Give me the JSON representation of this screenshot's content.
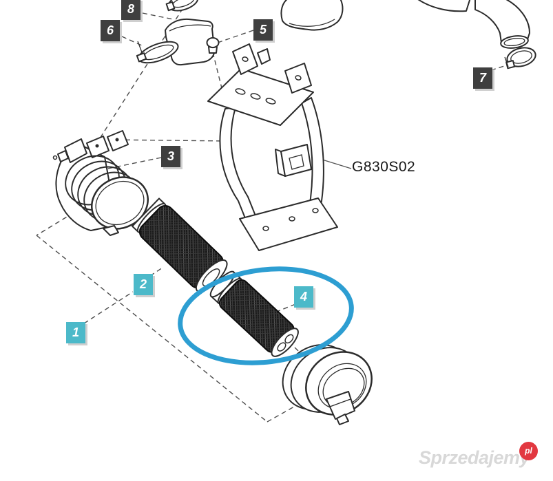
{
  "page": {
    "background_color": "#ffffff"
  },
  "diagram": {
    "part_code_label": "G830S02",
    "callouts": {
      "c1": {
        "num": "1",
        "style": "teal"
      },
      "c2": {
        "num": "2",
        "style": "teal"
      },
      "c3": {
        "num": "3",
        "style": "dark"
      },
      "c4": {
        "num": "4",
        "style": "teal"
      },
      "c5": {
        "num": "5",
        "style": "dark"
      },
      "c6": {
        "num": "6",
        "style": "dark"
      },
      "c7": {
        "num": "7",
        "style": "dark"
      },
      "c8": {
        "num": "8",
        "style": "dark"
      }
    },
    "colors": {
      "callout_dark": "#3f3f3f",
      "callout_teal": "#4cb9c9",
      "line_art": "#2b2b2b",
      "highlight_blue": "#2d9ed2"
    }
  },
  "watermark": {
    "brand": "Sprzedajemy",
    "tld": "pl",
    "colors": {
      "text_gray": "#d8d8d8",
      "badge_red": "#e23840"
    }
  }
}
